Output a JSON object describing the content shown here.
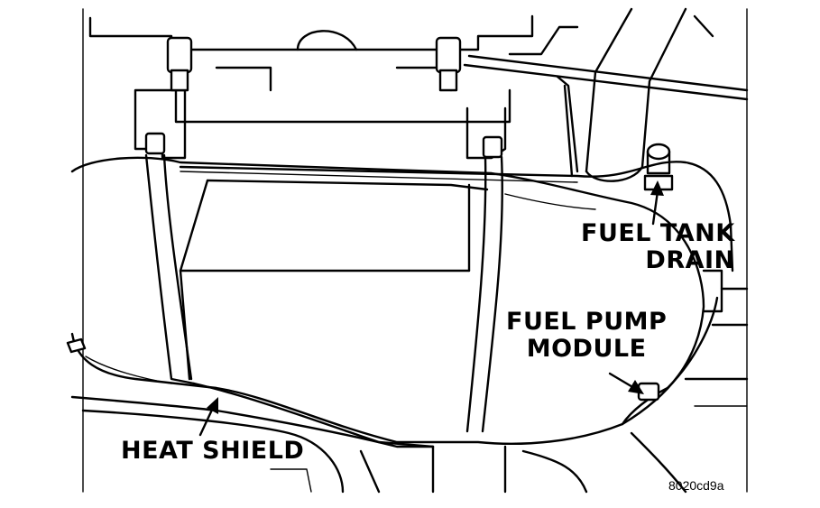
{
  "labels": {
    "fuel_tank_drain_line1": "FUEL TANK",
    "fuel_tank_drain_line2": "DRAIN",
    "fuel_pump_module_line1": "FUEL PUMP",
    "fuel_pump_module_line2": "MODULE",
    "heat_shield": "HEAT SHIELD"
  },
  "figure_id": "8020cd9a"
}
